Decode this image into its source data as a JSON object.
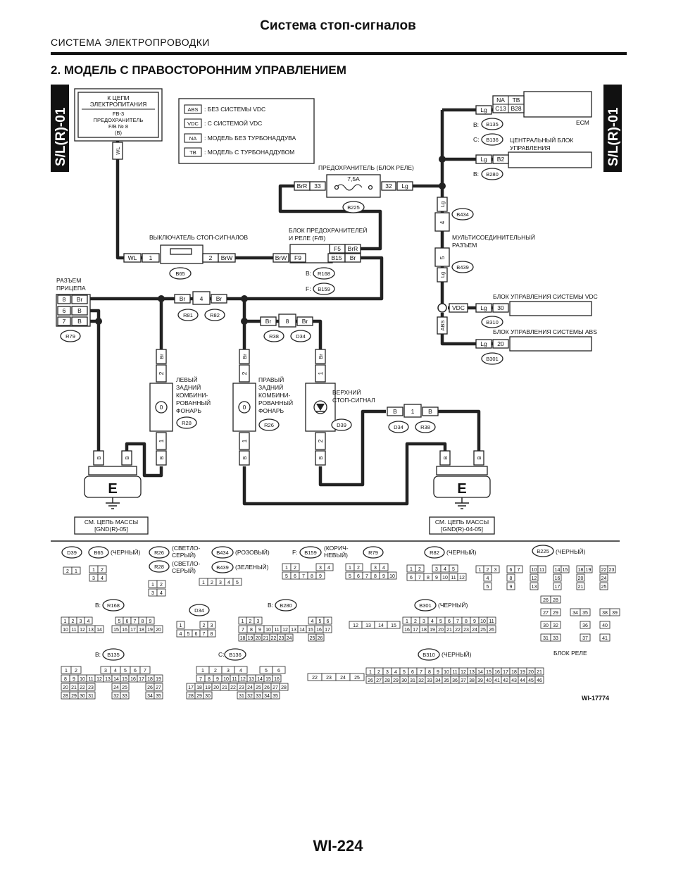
{
  "header": {
    "title": "Система стоп-сигналов",
    "section": "СИСТЕМА ЭЛЕКТРОПРОВОДКИ",
    "subtitle": "2. МОДЕЛЬ С ПРАВОСТОРОННИМ УПРАВЛЕНИЕМ",
    "page": "WI-224"
  },
  "side_tag": "S/L(R)-01",
  "power": {
    "line1": "К ЦЕПИ",
    "line2": "ЭЛЕКТРОПИТАНИЯ",
    "line3": "FB-3",
    "line4": "ПРЕДОХРАНИТЕЛЬ",
    "line5": "F/B № 8",
    "line6": "(B)",
    "wire": "WL"
  },
  "legend": [
    {
      "code": "ABS",
      "text": ": БЕЗ СИСТЕМЫ VDC"
    },
    {
      "code": "VDC",
      "text": ": С СИСТЕМОЙ VDC"
    },
    {
      "code": "NA",
      "text": ": МОДЕЛЬ БЕЗ ТУРБОНАДДУВА"
    },
    {
      "code": "TB",
      "text": ": МОДЕЛЬ С ТУРБОНАДДУВОМ"
    }
  ],
  "ecm": {
    "label": "ECM",
    "na": "NA",
    "tb": "TB",
    "c13": "C13",
    "b28": "B28",
    "lg": "Lg",
    "conn_b": "B:",
    "conn_b_id": "B135",
    "conn_c": "C:",
    "conn_c_id": "B136"
  },
  "cbu": {
    "label1": "ЦЕНТРАЛЬНЫЙ БЛОК",
    "label2": "УПРАВЛЕНИЯ",
    "lg": "Lg",
    "pin": "B2",
    "conn_b": "B:",
    "conn_id": "B280"
  },
  "fuse": {
    "label": "ПРЕДОХРАНИТЕЛЬ (БЛОК РЕЛЕ)",
    "rating": "7,5A",
    "pin_l": "33",
    "pin_r": "32",
    "wire_l": "BrR",
    "wire_r": "Lg",
    "conn_id": "B225"
  },
  "multi": {
    "label1": "МУЛЬТИСОЕДИНИТЕЛЬНЫЙ",
    "label2": "РАЗЪЕМ",
    "top_id": "B434",
    "bot_id": "B439",
    "pin_top": "4",
    "pin_bot": "5",
    "wire": "Lg"
  },
  "fb": {
    "label1": "БЛОК ПРЕДОХРАНИТЕЛЕЙ",
    "label2": "И РЕЛЕ (F/B)",
    "f5": "F5",
    "f9": "F9",
    "b15": "B15",
    "brr": "BrR",
    "br": "Br",
    "brw": "BrW",
    "conn_b": "B:",
    "conn_b_id": "R168",
    "conn_f": "F:",
    "conn_f_id": "B159"
  },
  "switch": {
    "label": "ВЫКЛЮЧАТЕЛЬ СТОП-СИГНАЛОВ",
    "wire_l": "WL",
    "pin_l": "1",
    "pin_r": "2",
    "wire_r": "BrW",
    "conn_id": "B65"
  },
  "vdc_unit": {
    "label": "БЛОК УПРАВЛЕНИЯ СИСТЕМЫ VDC",
    "code": "VDC",
    "lg": "Lg",
    "pin": "30",
    "conn_id": "B310"
  },
  "abs_unit": {
    "label": "БЛОК УПРАВЛЕНИЯ СИСТЕМЫ ABS",
    "code": "ABS",
    "lg": "Lg",
    "pin": "20",
    "conn_id": "B301"
  },
  "trailer": {
    "label1": "РАЗЪЕМ",
    "label2": "ПРИЦЕПА",
    "pins": [
      "8",
      "6",
      "7"
    ],
    "wires": [
      "Br",
      "B",
      "B"
    ],
    "conn_id": "R79"
  },
  "joint_r": {
    "wire": "Br",
    "pin": "4",
    "conn_a": "R81",
    "conn_b": "R82"
  },
  "joint_d": {
    "wire": "Br",
    "pin": "8",
    "conn_a": "R38",
    "conn_b": "D34"
  },
  "joint_b": {
    "wire": "B",
    "pin": "1",
    "conn_a": "D34",
    "conn_b": "R38"
  },
  "left_lamp": {
    "l1": "ЛЕВЫЙ",
    "l2": "ЗАДНИЙ",
    "l3": "КОМБИНИ-",
    "l4": "РОВАННЫЙ",
    "l5": "ФОНАРЬ",
    "conn_id": "R28",
    "pin_top": "2",
    "pin_bot": "1",
    "wire_top": "Br",
    "wire_bot": "B"
  },
  "right_lamp": {
    "l1": "ПРАВЫЙ",
    "l2": "ЗАДНИЙ",
    "l3": "КОМБИНИ-",
    "l4": "РОВАННЫЙ",
    "l5": "ФОНАРЬ",
    "conn_id": "R26",
    "pin_top": "2",
    "pin_bot": "1",
    "wire_top": "Br",
    "wire_bot": "B"
  },
  "high_stop": {
    "l1": "ВЕРХНИЙ",
    "l2": "СТОП-СИГНАЛ",
    "conn_id": "D39",
    "pin_top": "1",
    "pin_bot": "2",
    "wire_top": "Br",
    "wire_bot": "B"
  },
  "grounds": [
    {
      "letter": "E",
      "l1": "СМ. ЦЕПЬ МАССЫ",
      "l2": "[GND(R)-05]",
      "wire": "B"
    },
    {
      "letter": "E",
      "l1": "СМ. ЦЕПЬ МАССЫ",
      "l2": "[GND(R)-04-05]",
      "wire": "B"
    }
  ],
  "connectors_row1": {
    "d39": "D39",
    "b65": "B65",
    "black": "(ЧЕРНЫЙ)",
    "r26": "R26",
    "light_grey1": "(СВЕТЛО-",
    "light_grey2": "СЕРЫЙ)",
    "b434": "B434",
    "pink": "(РОЗОВЫЙ)",
    "r28": "R28",
    "b439": "B439",
    "green": "(ЗЕЛЕНЫЙ)",
    "f": "F:",
    "b159": "B159",
    "brown1": "(КОРИЧ-",
    "brown2": "НЕВЫЙ)",
    "r79": "R79",
    "r82": "R82",
    "b225": "B225",
    "relay_block": "БЛОК РЕЛЕ"
  },
  "connectors_row2": {
    "b": "B:",
    "r168": "R168",
    "d34": "D34",
    "b280": "B280",
    "b301": "B301",
    "black": "(ЧЕРНЫЙ)"
  },
  "connectors_row3": {
    "b": "B:",
    "b135": "B135",
    "c": "C:",
    "b136": "B136",
    "b310": "B310",
    "black": "(ЧЕРНЫЙ)"
  },
  "figure_id": "WI-17774"
}
